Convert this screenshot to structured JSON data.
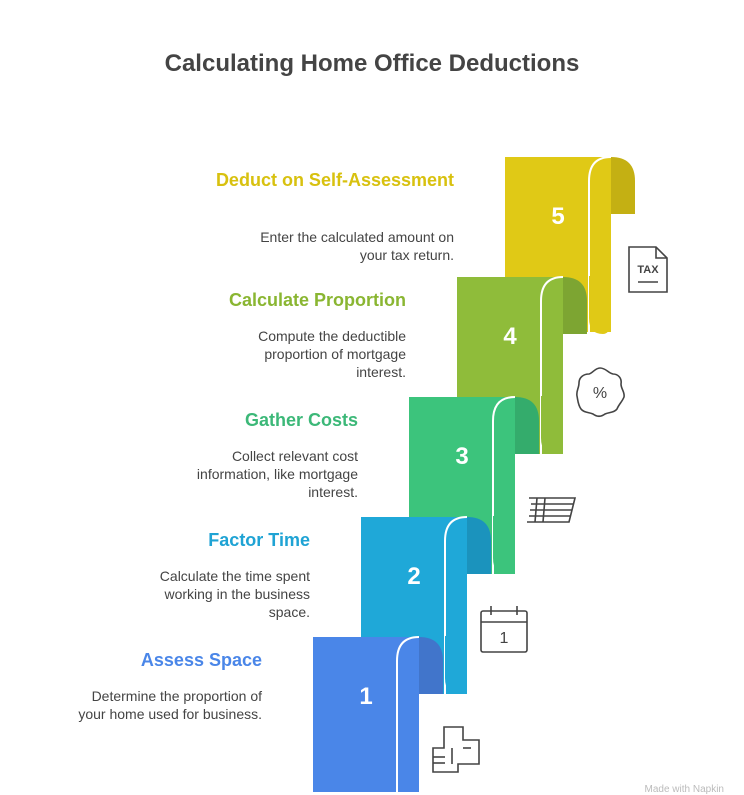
{
  "title": "Calculating Home Office Deductions",
  "steps": [
    {
      "number": "1",
      "title": "Assess Space",
      "description": "Determine the proportion of your home used for business.",
      "color": "#4A86E8",
      "icon": "floor-plan-icon"
    },
    {
      "number": "2",
      "title": "Factor Time",
      "description": "Calculate the time spent working in the business space.",
      "color": "#1FA8D8",
      "icon": "calendar-icon"
    },
    {
      "number": "3",
      "title": "Gather Costs",
      "description": "Collect relevant cost information, like mortgage interest.",
      "color": "#3CC47C",
      "icon": "money-stack-icon"
    },
    {
      "number": "4",
      "title": "Calculate Proportion",
      "description": "Compute the deductible proportion of mortgage interest.",
      "color": "#8FBC3A",
      "icon": "percent-badge-icon"
    },
    {
      "number": "5",
      "title": "Deduct on Self-Assessment",
      "description": "Enter the calculated amount on your tax return.",
      "color": "#E0C916",
      "icon": "tax-document-icon"
    }
  ],
  "icons": {
    "calendar_day": "1",
    "tax_label": "TAX",
    "percent_symbol": "%"
  },
  "footer": "Made with Napkin"
}
